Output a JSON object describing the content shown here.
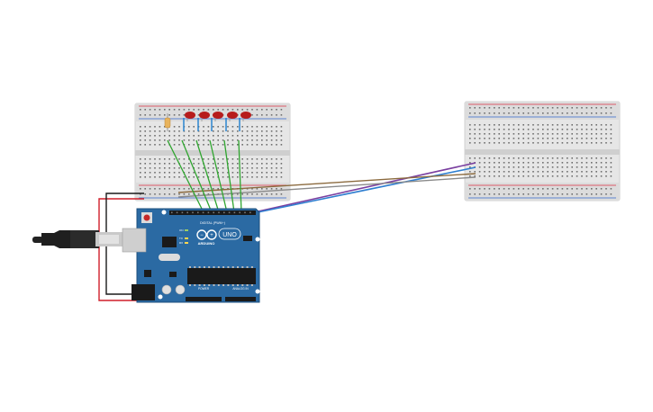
{
  "canvas": {
    "background": "#ffffff"
  },
  "arduino": {
    "brand_label": "ARDUINO",
    "model_label": "UNO",
    "digital_header_label": "DIGITAL (PWM~)",
    "power_label": "POWER",
    "analog_label": "ANALOG IN",
    "on_label": "ON",
    "tx_label": "TX",
    "rx_label": "RX",
    "board_color": "#2b6aa3"
  },
  "components": {
    "leds": [
      "red",
      "red",
      "red",
      "red",
      "red"
    ],
    "led_color": "#b71c1c",
    "resistor_color": "#e8b35c"
  },
  "wire_colors": {
    "green": "#2fa52f",
    "blue": "#2f7fd0",
    "purple": "#7a3fa0",
    "brown": "#8b6a3e",
    "gray": "#8a8a8a",
    "red": "#d11f2a",
    "black": "#1a1a1a"
  }
}
